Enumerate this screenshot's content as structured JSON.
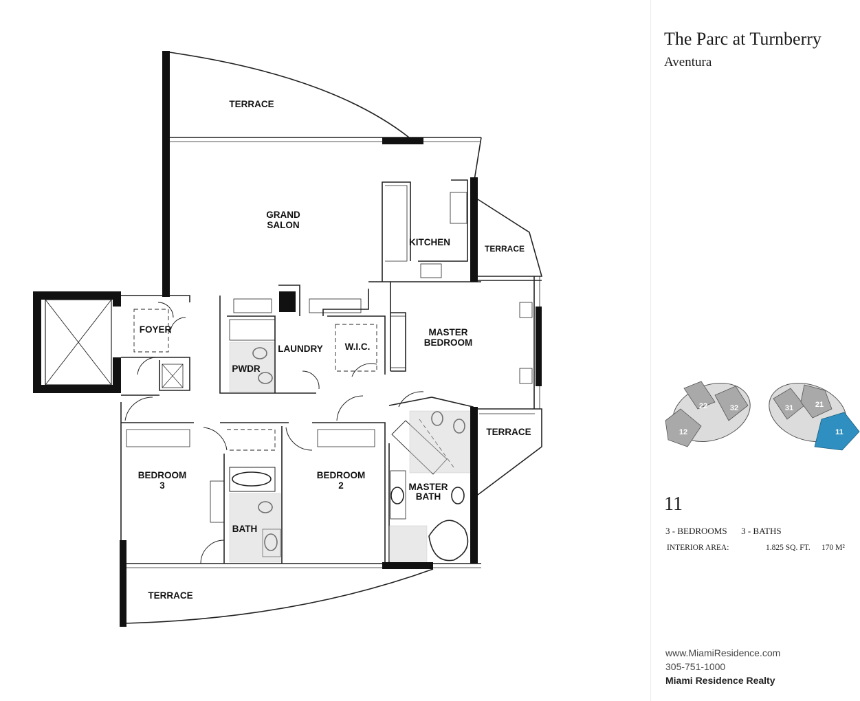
{
  "project": {
    "title": "The Parc at Turnberry",
    "location": "Aventura"
  },
  "rooms": {
    "terrace_top": "TERRACE",
    "grand_salon_1": "GRAND",
    "grand_salon_2": "SALON",
    "kitchen": "KITCHEN",
    "terrace_east": "TERRACE",
    "foyer": "FOYER",
    "laundry": "LAUNDRY",
    "wic": "W.I.C.",
    "master_bedroom_1": "MASTER",
    "master_bedroom_2": "BEDROOM",
    "pwdr": "PWDR",
    "terrace_southeast": "TERRACE",
    "bedroom3_1": "BEDROOM",
    "bedroom3_2": "3",
    "bedroom2_1": "BEDROOM",
    "bedroom2_2": "2",
    "master_bath_1": "MASTER",
    "master_bath_2": "BATH",
    "bath": "BATH",
    "terrace_bottom": "TERRACE"
  },
  "keyplan": {
    "left_units": [
      "22",
      "32",
      "12"
    ],
    "right_units": [
      "31",
      "21",
      "11"
    ],
    "highlighted_unit": "11",
    "colors": {
      "unit": "#a9a9a9",
      "highlight": "#2e8fc0",
      "amenity": "#d9d9d9"
    }
  },
  "unit": {
    "number": "11",
    "bedrooms": "3 - BEDROOMS",
    "baths": "3 - BATHS",
    "interior_label": "INTERIOR AREA:",
    "sq_ft": "1.825 SQ. FT.",
    "sq_m": "170 M²"
  },
  "contact": {
    "website": "www.MiamiResidence.com",
    "phone": "305-751-1000",
    "company": "Miami Residence Realty"
  }
}
